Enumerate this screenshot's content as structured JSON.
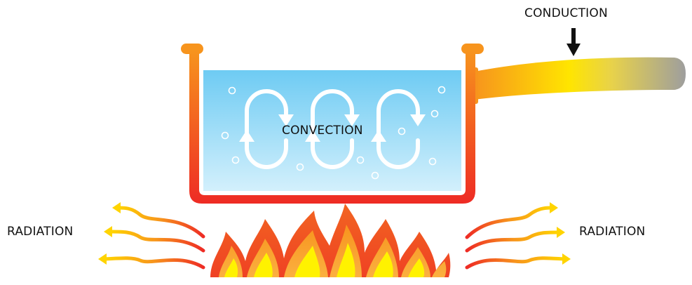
{
  "labels": {
    "conduction": "CONDUCTION",
    "convection": "CONVECTION",
    "radiation_left": "RADIATION",
    "radiation_right": "RADIATION"
  },
  "colors": {
    "water_top": "#6ecbf3",
    "water_bottom": "#cdeefb",
    "pot_top": "#f7941d",
    "pot_bottom": "#ee2b24",
    "handle_hot": "#ffe500",
    "handle_cool": "#9e9e9e",
    "flame_outer": "#f26522",
    "flame_mid": "#fbb040",
    "flame_core": "#fff200",
    "text": "#111111"
  },
  "icons": {
    "conduction_arrow": "arrow-down-icon",
    "convection_loops": "circular-arrow-icon",
    "bubbles": "bubble-icon",
    "radiation_waves": "wavy-arrow-icon",
    "fire": "flame-icon"
  }
}
